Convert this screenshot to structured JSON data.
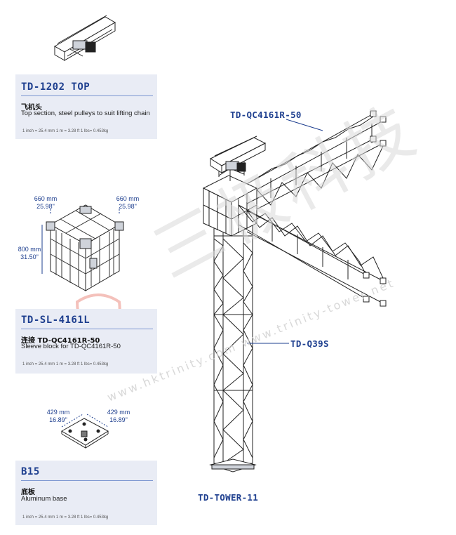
{
  "cards": [
    {
      "title": "TD-1202 TOP",
      "cn": "飞机头",
      "en": "Top section, steel pulleys to suit lifting chain",
      "units": "1 inch = 25.4 mm     1 m = 3.28 ft     1 lbs= 0.453kg"
    },
    {
      "title": "TD-SL-4161L",
      "cn": "连接 TD-QC4161R-50",
      "en": "Sleeve block for TD-QC4161R-50",
      "units": "1 inch = 25.4 mm     1 m = 3.28 ft     1 lbs= 0.453kg"
    },
    {
      "title": "B15",
      "cn": "底板",
      "en": "Aluminum base",
      "units": "1 inch = 25.4 mm     1 m = 3.28 ft     1 lbs= 0.453kg"
    }
  ],
  "dims": {
    "sleeve_left": {
      "mm": "660 mm",
      "in": "25.98\""
    },
    "sleeve_right": {
      "mm": "660 mm",
      "in": "25.98\""
    },
    "sleeve_height": {
      "mm": "800 mm",
      "in": "31.50\""
    },
    "base_left": {
      "mm": "429 mm",
      "in": "16.89\""
    },
    "base_right": {
      "mm": "429 mm",
      "in": "16.89\""
    }
  },
  "callouts": {
    "beam": "TD-QC4161R-50",
    "column": "TD-Q39S",
    "tower": "TD-TOWER-11"
  },
  "watermark": {
    "cn": "三极科技",
    "url": "www.hktrinity.com www.trinity-tower.net"
  },
  "colors": {
    "accent": "#1e3f8f",
    "card_bg": "#e9ecf5",
    "watermark_logo": "#e8786a"
  }
}
